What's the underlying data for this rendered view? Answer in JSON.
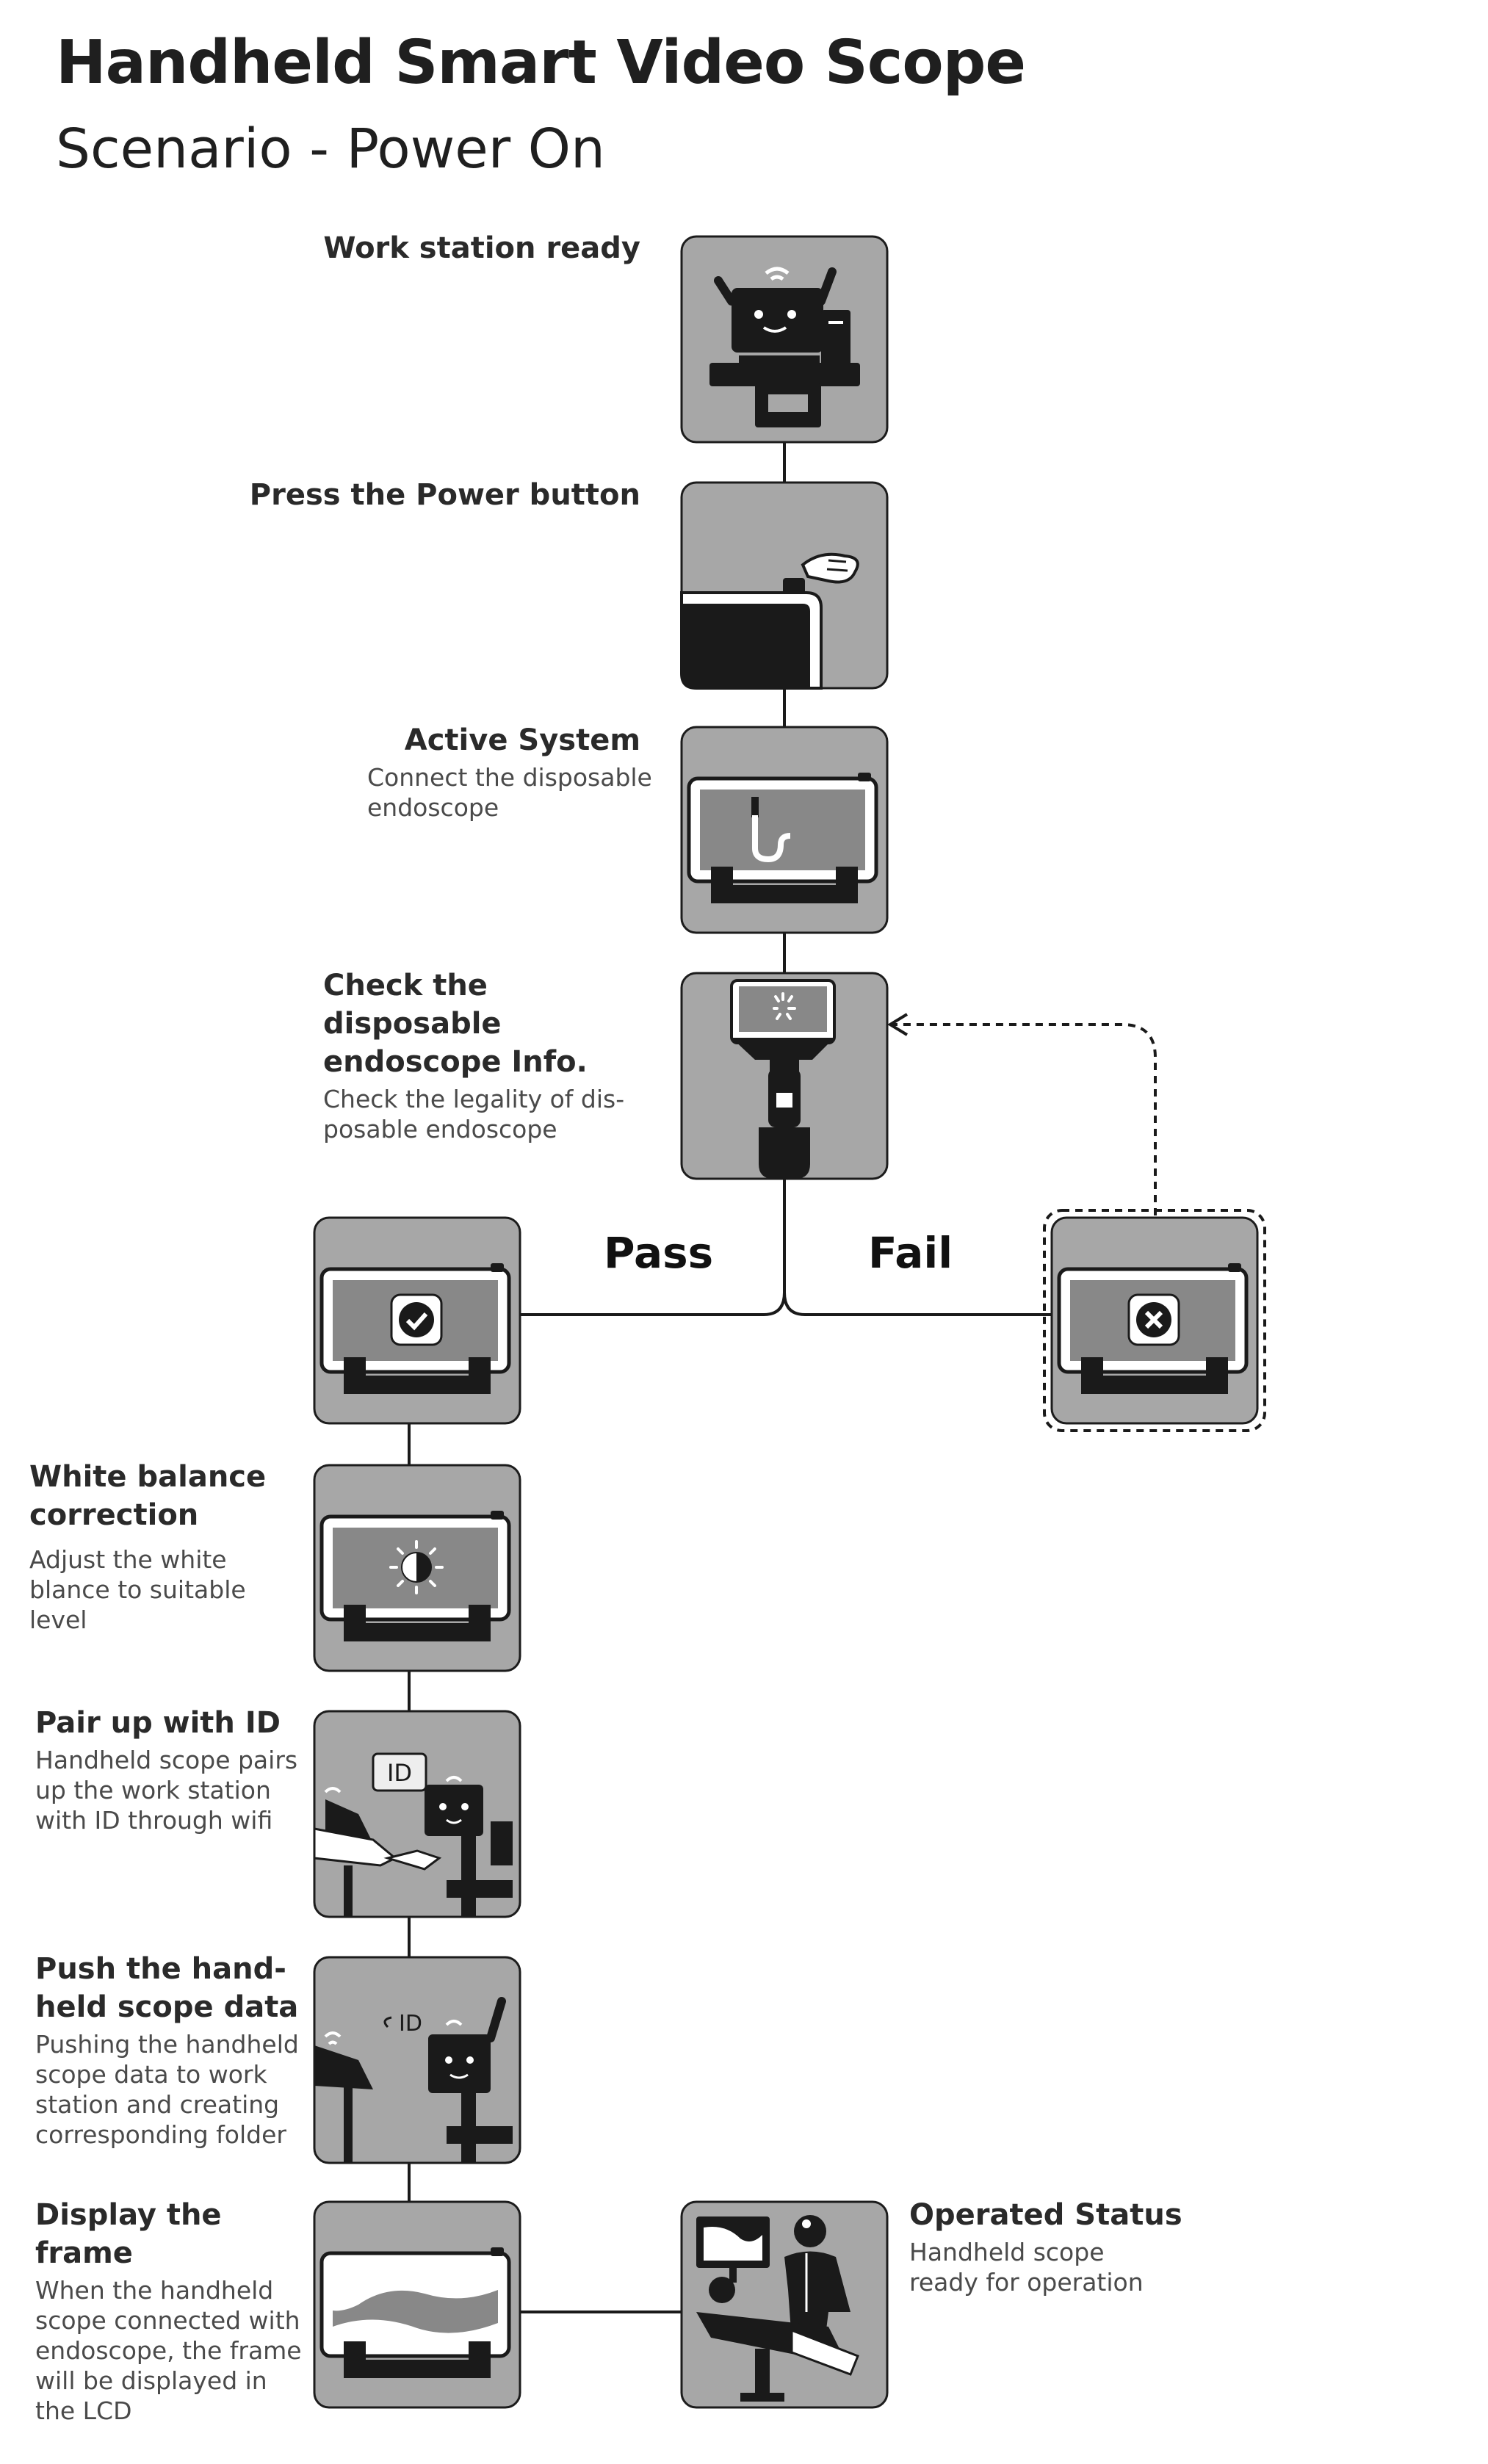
{
  "header": {
    "title": "Handheld Smart Video Scope",
    "subtitle": "Scenario - Power On"
  },
  "steps": [
    {
      "id": "workstation",
      "title": "Work station ready",
      "desc": "",
      "icon": "workstation-robot-icon"
    },
    {
      "id": "power",
      "title": "Press the Power button",
      "desc": "",
      "icon": "press-power-icon"
    },
    {
      "id": "active",
      "title": "Active System",
      "desc": "Connect the disposable endoscope",
      "icon": "connect-endoscope-icon"
    },
    {
      "id": "check",
      "title": "Check the disposable endoscope Info.",
      "desc": "Check the legality of dis-posable endoscope",
      "icon": "check-endoscope-icon"
    },
    {
      "id": "pass_screen",
      "title": "",
      "desc": "",
      "icon": "pass-check-icon"
    },
    {
      "id": "fail_screen",
      "title": "",
      "desc": "",
      "icon": "fail-cross-icon"
    },
    {
      "id": "white_balance",
      "title": "White balance correction",
      "desc": "Adjust the white blance to suitable level",
      "icon": "white-balance-icon"
    },
    {
      "id": "pair",
      "title": "Pair up with ID",
      "desc": "Handheld scope pairs up the work station with ID through wifi",
      "icon": "pair-handshake-icon",
      "badge": "ID"
    },
    {
      "id": "push",
      "title": "Push the hand-held scope data",
      "desc": "Pushing the handheld scope data to work station and creating corresponding folder",
      "icon": "push-data-icon",
      "badge": "ID"
    },
    {
      "id": "display",
      "title": "Display the frame",
      "desc": "When the handheld scope connected with endoscope, the frame will be displayed in the LCD",
      "icon": "display-frame-icon"
    },
    {
      "id": "operated",
      "title": "Operated Status",
      "desc": "Handheld scope ready for operation",
      "icon": "operation-doctor-icon"
    }
  ],
  "branches": {
    "pass": "Pass",
    "fail": "Fail"
  },
  "labels_lines": {
    "workstation": [
      "Work station ready"
    ],
    "power": [
      "Press the Power button"
    ],
    "active_title": [
      "Active System"
    ],
    "active_desc": [
      "Connect the disposable",
      "endoscope"
    ],
    "check_title": [
      "Check the disposable",
      "endoscope Info."
    ],
    "check_desc": [
      "Check the legality of dis-",
      "posable endoscope"
    ],
    "wb_title": [
      "White balance",
      "correction"
    ],
    "wb_desc": [
      "Adjust the white",
      "blance to suitable level"
    ],
    "pair_title": [
      "Pair up with ID"
    ],
    "pair_desc": [
      "Handheld scope pairs",
      "up the work station",
      "with ID through wifi"
    ],
    "push_title": [
      "Push the hand-",
      "held scope data"
    ],
    "push_desc": [
      "Pushing the handheld",
      "scope data to work",
      "station and creating",
      "corresponding folder"
    ],
    "display_title": [
      "Display the frame"
    ],
    "display_desc": [
      "When the handheld",
      "scope connected with",
      "endoscope, the frame",
      "will be displayed in",
      "the LCD"
    ],
    "operated_title": [
      "Operated Status"
    ],
    "operated_desc": [
      "Handheld scope",
      "ready for operation"
    ]
  },
  "colors": {
    "card": "#a7a7a7",
    "ink": "#1a1a1a",
    "screen": "#888888"
  }
}
